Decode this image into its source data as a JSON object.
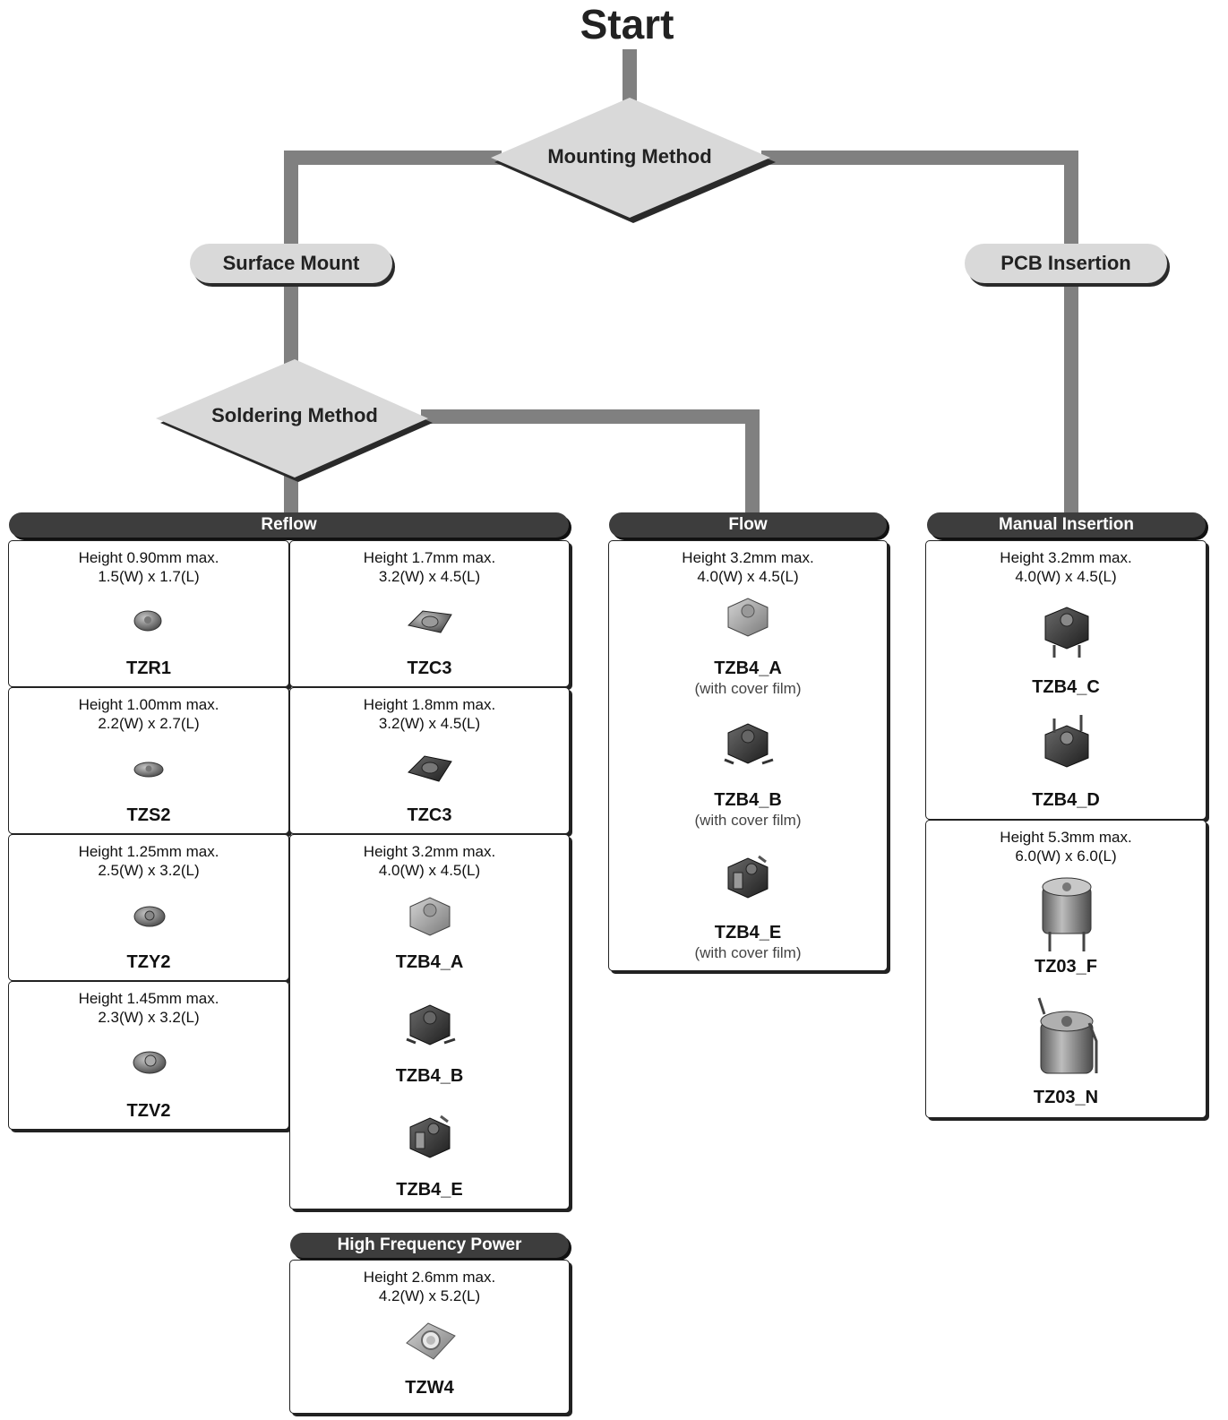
{
  "start": "Start",
  "decisions": {
    "mounting": "Mounting Method",
    "soldering": "Soldering Method"
  },
  "branches": {
    "surface_mount": "Surface Mount",
    "pcb_insertion": "PCB Insertion"
  },
  "groups": {
    "reflow": "Reflow",
    "flow": "Flow",
    "manual": "Manual Insertion",
    "hf_power": "High Frequency Power"
  },
  "reflow_left": [
    {
      "h": "Height 0.90mm max.",
      "d": "1.5(W) x 1.7(L)",
      "m": "TZR1"
    },
    {
      "h": "Height 1.00mm max.",
      "d": "2.2(W) x 2.7(L)",
      "m": "TZS2"
    },
    {
      "h": "Height 1.25mm max.",
      "d": "2.5(W) x 3.2(L)",
      "m": "TZY2"
    },
    {
      "h": "Height 1.45mm max.",
      "d": "2.3(W) x 3.2(L)",
      "m": "TZV2"
    }
  ],
  "reflow_right": [
    {
      "h": "Height 1.7mm max.",
      "d": "3.2(W) x 4.5(L)",
      "m": "TZC3"
    },
    {
      "h": "Height 1.8mm max.",
      "d": "3.2(W) x 4.5(L)",
      "m": "TZC3"
    },
    {
      "h": "Height 3.2mm max.",
      "d": "4.0(W) x 4.5(L)",
      "models": [
        "TZB4_A",
        "TZB4_B",
        "TZB4_E"
      ]
    }
  ],
  "hf": {
    "h": "Height 2.6mm max.",
    "d": "4.2(W) x 5.2(L)",
    "m": "TZW4"
  },
  "flow": {
    "h": "Height 3.2mm max.",
    "d": "4.0(W) x 4.5(L)",
    "models": [
      "TZB4_A",
      "TZB4_B",
      "TZB4_E"
    ],
    "note": "(with cover film)"
  },
  "manual": [
    {
      "h": "Height 3.2mm max.",
      "d": "4.0(W) x 4.5(L)",
      "models": [
        "TZB4_C",
        "TZB4_D"
      ]
    },
    {
      "h": "Height 5.3mm max.",
      "d": "6.0(W) x 6.0(L)",
      "models": [
        "TZ03_F",
        "TZ03_N"
      ]
    }
  ],
  "colors": {
    "connector": "#808080",
    "shape_fill": "#d9d9d9",
    "header": "#3d3d3d"
  }
}
